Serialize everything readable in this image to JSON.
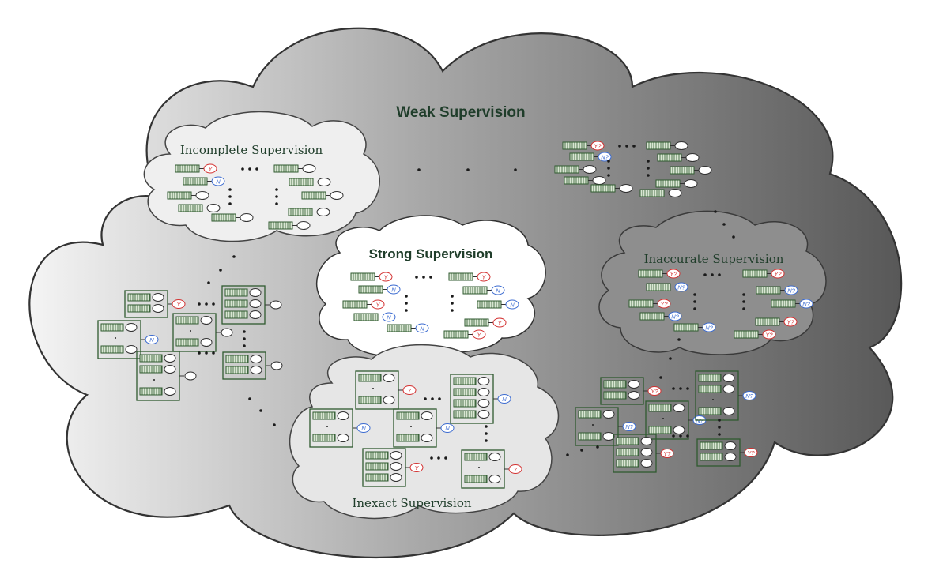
{
  "title": "Weak Supervision",
  "clouds": {
    "incomplete": "Incomplete  Supervision",
    "strong": "Strong Supervision",
    "inaccurate": "Inaccurate  Supervision",
    "inexact": "Inexact Supervision"
  },
  "tags": {
    "y": "Y",
    "n": "N",
    "y_uncertain": "Y?",
    "n_uncertain": "N?"
  },
  "ellipsis": "· · ·",
  "colors": {
    "title_text": "#1f3d2a",
    "instance_box": "#2f5a2f",
    "positive_label": "#d33030",
    "negative_label": "#3a6ad0",
    "outer_cloud_light": "#f2f2f2",
    "outer_cloud_dark": "#555555"
  }
}
